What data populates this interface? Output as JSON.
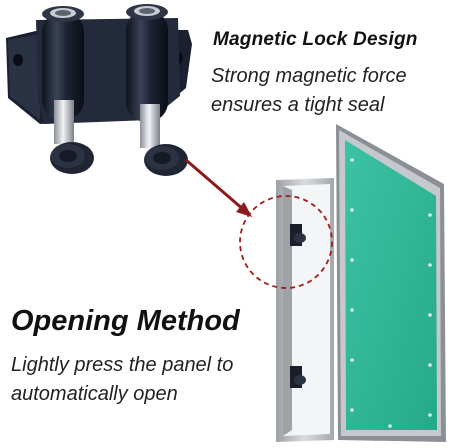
{
  "feature_top": {
    "title": "Magnetic Lock Design",
    "line1": "Strong magnetic force",
    "line2": "ensures a tight seal"
  },
  "feature_bottom": {
    "title": "Opening Method",
    "line1": "Lightly press the panel to",
    "line2": "automatically open"
  },
  "colors": {
    "panel_green": "#2fb89a",
    "frame_silver": "#b9bcc0",
    "lock_body": "#1b2130",
    "arrow_red": "#8b1a1a"
  }
}
